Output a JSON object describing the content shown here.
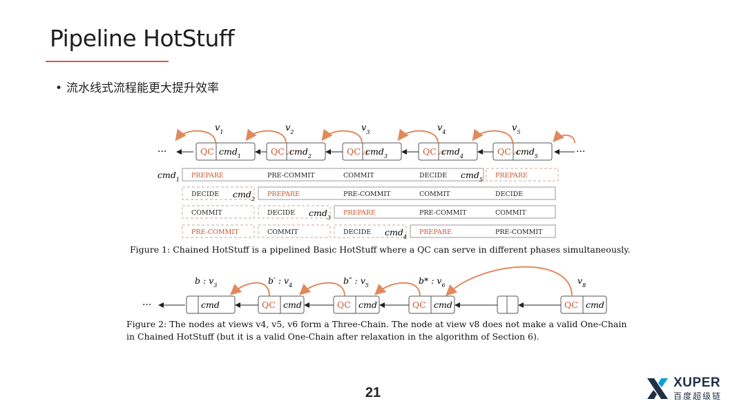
{
  "slide": {
    "title": "Pipeline HotStuff",
    "bullet": "流水线式流程能更大提升效率",
    "page_number": "21"
  },
  "logo": {
    "brand": "XUPER",
    "sub": "百度超级链",
    "icon": "xuper-x-logo-icon"
  },
  "figure1": {
    "views": [
      "v",
      "v",
      "v",
      "v",
      "v"
    ],
    "view_subs": [
      "1",
      "2",
      "3",
      "4",
      "5"
    ],
    "nodes": [
      {
        "qc": "QC",
        "qc_sub": "",
        "cmd": "cmd",
        "cmd_sub": "1"
      },
      {
        "qc": "QC",
        "qc_sub": "v1",
        "cmd": "cmd",
        "cmd_sub": "2"
      },
      {
        "qc": "QC",
        "qc_sub": "v2",
        "cmd": "cmd",
        "cmd_sub": "3"
      },
      {
        "qc": "QC",
        "qc_sub": "v3",
        "cmd": "cmd",
        "cmd_sub": "4"
      },
      {
        "qc": "QC",
        "qc_sub": "v4",
        "cmd": "cmd",
        "cmd_sub": "5"
      }
    ],
    "ellipsis": "···",
    "row_labels": [
      "cmd1",
      "cmd2",
      "cmd3",
      "cmd4",
      "cmd5"
    ],
    "row_label_text": "cmd",
    "rows": [
      [
        "PREPARE",
        "PRE-COMMIT",
        "COMMIT",
        "DECIDE",
        "PREPARE"
      ],
      [
        "DECIDE",
        "PREPARE",
        "PRE-COMMIT",
        "COMMIT",
        "DECIDE"
      ],
      [
        "COMMIT",
        "DECIDE",
        "PREPARE",
        "PRE-COMMIT",
        "COMMIT"
      ],
      [
        "PRE-COMMIT",
        "COMMIT",
        "DECIDE",
        "PREPARE",
        "PRE-COMMIT"
      ]
    ],
    "caption": "Figure 1: Chained HotStuff is a pipelined Basic HotStuff where a QC can serve in different phases simultaneously."
  },
  "figure2": {
    "labels": [
      "b : v3",
      "b′ : v4",
      "b″ : v5",
      "b* : v6",
      "v8"
    ],
    "label_parts": [
      {
        "b": "b",
        "v": "v",
        "sub": "3"
      },
      {
        "b": "b′",
        "v": "v",
        "sub": "4"
      },
      {
        "b": "b″",
        "v": "v",
        "sub": "5"
      },
      {
        "b": "b*",
        "v": "v",
        "sub": "6"
      },
      {
        "b": "",
        "v": "v",
        "sub": "8"
      }
    ],
    "nodes": [
      {
        "qc": "",
        "cmd": "cmd"
      },
      {
        "qc": "QC",
        "cmd": "cmd"
      },
      {
        "qc": "QC",
        "cmd": "cmd"
      },
      {
        "qc": "QC",
        "cmd": "cmd"
      },
      {
        "qc": "",
        "cmd": ""
      },
      {
        "qc": "QC",
        "cmd": "cmd"
      }
    ],
    "ellipsis": "···",
    "caption_line1": "Figure 2: The nodes at views v4, v5, v6 form a Three-Chain. The node at view v8 does not make a valid One-Chain",
    "caption_line2": "in Chained HotStuff (but it is a valid One-Chain after relaxation in the algorithm of Section 6)."
  },
  "colors": {
    "accent": "#d9534f",
    "arc": "#e08a5c",
    "phase_orange": "#c8552c"
  }
}
